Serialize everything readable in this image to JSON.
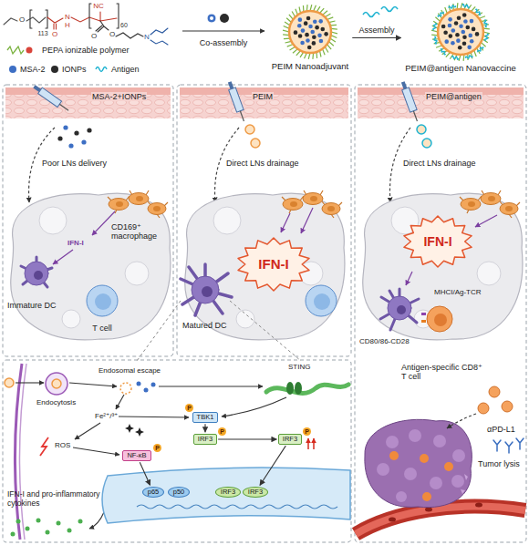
{
  "diagram": {
    "nodes": [
      {
        "text": [
          "PEIM Nanoadjuvant"
        ]
      },
      {
        "text": [
          "PEIM@antigen Nanovaccine"
        ]
      },
      {
        "text": [
          "IFN-I"
        ]
      },
      {
        "text": [
          "IFN-I"
        ]
      },
      {
        "text": [
          "TBK1"
        ]
      },
      {
        "text": [
          "IRF3"
        ]
      },
      {
        "text": [
          "IRF3"
        ]
      },
      {
        "text": [
          "NF-κB"
        ]
      },
      {
        "text": [
          "p65"
        ]
      },
      {
        "text": [
          "p50"
        ]
      },
      {
        "text": [
          "IRF3"
        ]
      },
      {
        "text": [
          "IRF3"
        ]
      }
    ],
    "edges": [
      {
        "from": 0,
        "to": 1,
        "arrow": "to",
        "label": "Assembly"
      },
      {
        "from": 4,
        "to": 5,
        "arrow": "to"
      },
      {
        "from": 5,
        "to": 6,
        "arrow": "to"
      },
      {
        "from": 6,
        "to": 11,
        "arrow": "to"
      },
      {
        "from": 7,
        "to": 8,
        "arrow": "to"
      }
    ],
    "labels": [
      "O",
      "113",
      "N",
      "H",
      "O",
      "NC",
      "60",
      "O",
      "O",
      "N",
      "Co-assembly",
      "MSA-2+IONPs",
      "Poor LNs delivery",
      "CD169⁺ macrophage",
      "IFN-I",
      "Immature DC",
      "T cell",
      "PEIM",
      "Direct LNs drainage",
      "Matured DC",
      "PEIM@antigen",
      "Direct LNs drainage",
      "MHCI/Ag-TCR",
      "CD80/86-CD28",
      "Antigen-specific CD8⁺ T cell",
      "αPD-L1",
      "Tumor lysis",
      "Endocytosis",
      "Endosomal escape",
      "STING",
      "Fe²⁺/³⁺",
      "ROS",
      "IFN-I and pro-inflammatory cytokines",
      "P",
      "P",
      "P",
      "P"
    ],
    "legend": [
      {
        "text": "PEPA ionizable polymer"
      },
      {
        "text": "MSA-2",
        "color": "#3d6fc4"
      },
      {
        "text": "IONPs",
        "color": "#2b2b2b"
      },
      {
        "text": "Antigen"
      }
    ]
  }
}
